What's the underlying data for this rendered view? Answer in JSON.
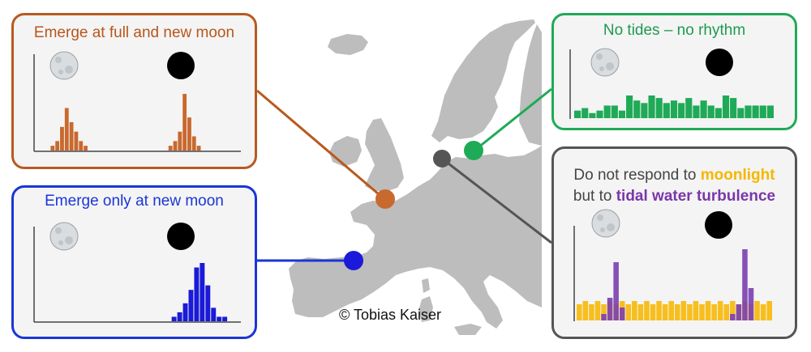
{
  "copyright": "© Tobias Kaiser",
  "colors": {
    "map": "#bdbdbd",
    "full_new": "#c8692e",
    "new_only": "#1a1ad8",
    "no_rhythm": "#1faa57",
    "moonlight": "#f7be1e",
    "tidal": "#7a3fb0",
    "site_gray": "#555555"
  },
  "panels": {
    "full_and_new": {
      "title": "Emerge at full and new moon",
      "icons": [
        "full-moon-icon",
        "new-moon-icon"
      ]
    },
    "new_only": {
      "title": "Emerge only at new moon",
      "icons": [
        "full-moon-icon",
        "new-moon-icon"
      ]
    },
    "no_tides": {
      "title": "No tides – no rhythm",
      "icons": [
        "full-moon-icon",
        "new-moon-icon"
      ]
    },
    "tidal": {
      "line1_pre": "Do not respond to ",
      "line1_hl": "moonlight",
      "line2_pre": "but to ",
      "line2_hl": "tidal water turbulence",
      "icons": [
        "full-moon-icon",
        "new-moon-icon"
      ]
    }
  },
  "chart_data": [
    {
      "type": "bar",
      "panel": "full_and_new",
      "series": [
        {
          "values": [
            0,
            0,
            0,
            1,
            2,
            5,
            9,
            6,
            4,
            2,
            1,
            0,
            0,
            0,
            0,
            0,
            0,
            0,
            0,
            0,
            0,
            0,
            0,
            0,
            0,
            0,
            0,
            0,
            1,
            2,
            4,
            12,
            7,
            3,
            1,
            0,
            0,
            0,
            0,
            0,
            0,
            0,
            0
          ]
        }
      ]
    },
    {
      "type": "bar",
      "panel": "new_only",
      "series": [
        {
          "values": [
            0,
            0,
            0,
            0,
            0,
            0,
            0,
            0,
            0,
            0,
            0,
            0,
            0,
            0,
            0,
            0,
            0,
            0,
            0,
            0,
            0,
            0,
            0,
            0,
            1,
            2,
            4,
            7,
            12,
            13,
            8,
            3,
            1,
            1,
            0,
            0
          ]
        }
      ]
    },
    {
      "type": "bar",
      "panel": "no_tides",
      "series": [
        {
          "values": [
            3,
            4,
            2,
            3,
            5,
            5,
            3,
            9,
            7,
            6,
            9,
            8,
            6,
            7,
            6,
            8,
            5,
            7,
            5,
            4,
            9,
            8,
            4,
            5,
            5,
            5,
            5
          ]
        }
      ]
    },
    {
      "type": "bar",
      "panel": "tidal",
      "series": [
        {
          "name": "moonlight",
          "values": [
            5,
            6,
            5,
            6,
            5,
            6,
            5,
            6,
            5,
            6,
            5,
            6,
            5,
            6,
            5,
            6,
            5,
            6,
            5,
            6,
            5,
            6,
            5,
            6,
            5,
            6,
            5,
            6,
            5,
            6,
            5,
            6
          ]
        },
        {
          "name": "tidal water turbulence",
          "values": [
            0,
            0,
            0,
            0,
            2,
            7,
            18,
            4,
            0,
            0,
            0,
            0,
            0,
            0,
            0,
            0,
            0,
            0,
            0,
            0,
            0,
            0,
            0,
            0,
            0,
            2,
            5,
            22,
            10,
            0,
            0,
            0
          ]
        }
      ]
    }
  ]
}
